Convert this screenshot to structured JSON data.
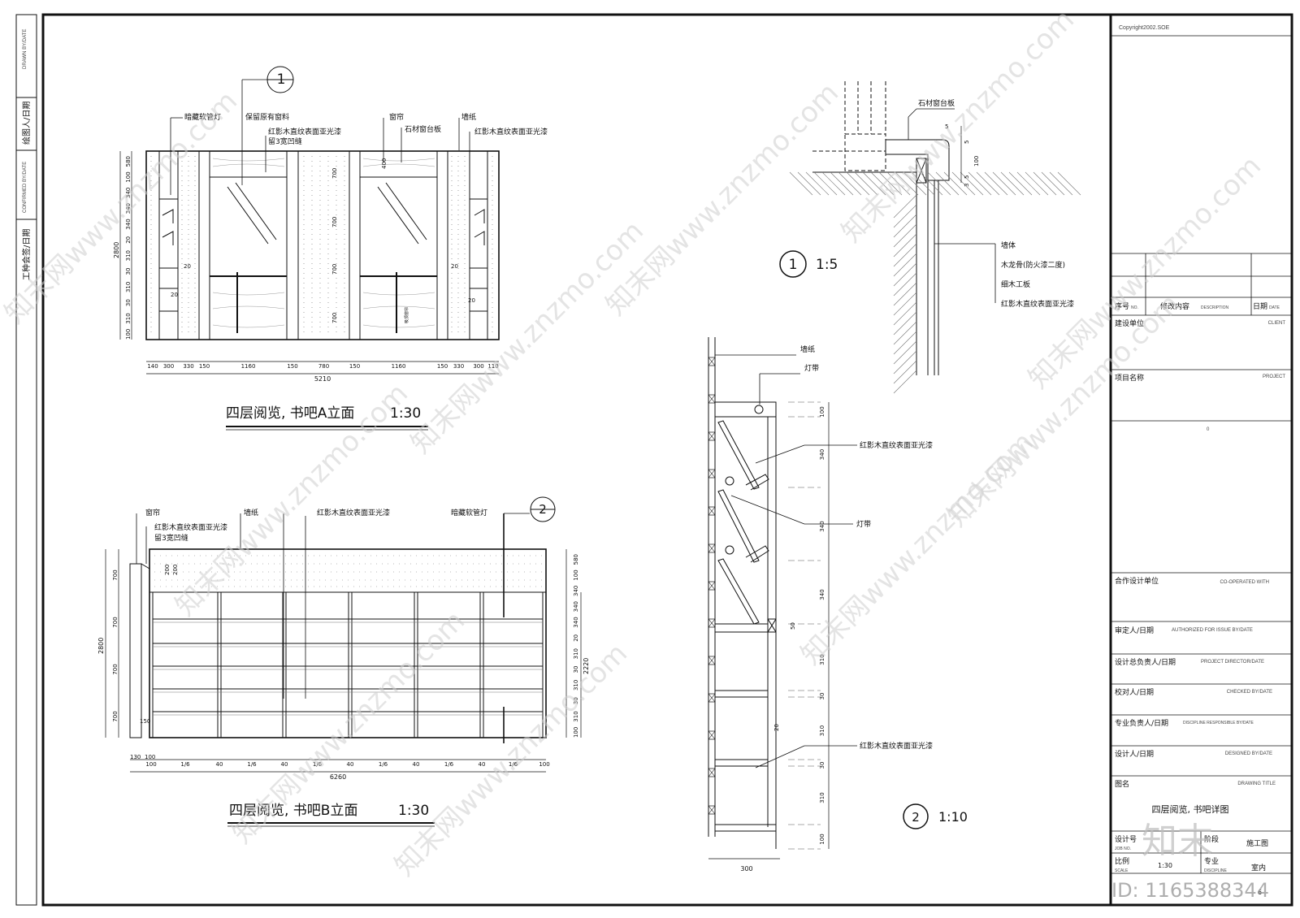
{
  "side_strip": {
    "drawn_by_en": "DRAWN BY/DATE",
    "drawn_by_cn": "绘图人/日期",
    "confirmed_by_en": "CONFIRMED BY/DATE",
    "confirmed_by_cn": "工种会签/日期"
  },
  "elevation_a": {
    "bubble": "1",
    "title": "四层阅览, 书吧A立面",
    "scale": "1:30",
    "labels": [
      "暗藏软管灯",
      "保留原有窗料",
      "红影木直纹表面亚光漆",
      "留3宽凹缝",
      "窗帘",
      "石材窗台板",
      "墙纸",
      "红影木直纹表面亚光漆"
    ],
    "left_dims": [
      "580",
      "100",
      "340",
      "340",
      "340",
      "20",
      "310",
      "30",
      "310",
      "30",
      "310",
      "100"
    ],
    "overall_height": "2800",
    "bottom_dims": [
      "140",
      "300",
      "330",
      "150",
      "1160",
      "150",
      "780",
      "150",
      "1160",
      "150",
      "330",
      "300",
      "110"
    ],
    "overall_width": "5210",
    "inner_labels": [
      "400",
      "700",
      "700",
      "700",
      "700",
      "20",
      "20",
      "20",
      "20"
    ],
    "note": "吸顶窗帘"
  },
  "elevation_b": {
    "bubble": "2",
    "title": "四层阅览, 书吧B立面",
    "scale": "1:30",
    "labels": [
      "窗帘",
      "红影木直纹表面亚光漆",
      "留3宽凹缝",
      "墙纸",
      "红影木直纹表面亚光漆",
      "暗藏软管灯"
    ],
    "left_dims": [
      "700",
      "700",
      "700",
      "700"
    ],
    "overall_height": "2800",
    "right_dims": [
      "580",
      "100",
      "340",
      "340",
      "340",
      "20",
      "310",
      "30",
      "310",
      "30",
      "310",
      "100"
    ],
    "right_total": "2220",
    "bottom_dims": [
      "100",
      "1/6",
      "40",
      "1/6",
      "40",
      "1/6",
      "40",
      "1/6",
      "40",
      "1/6",
      "40",
      "1/6",
      "100"
    ],
    "bottom_dims_left": [
      "130",
      "100"
    ],
    "overall_width": "6260",
    "inner_labels": [
      "200",
      "200",
      "150"
    ]
  },
  "detail_1": {
    "number": "1",
    "scale": "1:5",
    "top_label": "石材窗台板",
    "dims": [
      "5",
      "5",
      "100",
      "5",
      "3"
    ],
    "labels": [
      "墙体",
      "木龙骨(防火漆二度)",
      "细木工板",
      "红影木直纹表面亚光漆"
    ]
  },
  "detail_2": {
    "number": "2",
    "scale": "1:10",
    "labels": [
      "墙纸",
      "灯带",
      "红影木直纹表面亚光漆",
      "灯带",
      "红影木直纹表面亚光漆"
    ],
    "right_dims": [
      "100",
      "340",
      "340",
      "340",
      "310",
      "30",
      "310",
      "30",
      "310",
      "100"
    ],
    "inner_dims": [
      "50",
      "20"
    ],
    "bottom_dim": "300"
  },
  "title_block": {
    "copyright": "Copyright2002.SOE",
    "rev_no_cn": "序号",
    "rev_no_en": "NO.",
    "rev_desc_cn": "修改内容",
    "rev_desc_en": "DESCRIPTION",
    "rev_date_cn": "日期",
    "rev_date_en": "DATE",
    "client_cn": "建设单位",
    "client_en": "CLIENT",
    "project_cn": "项目名称",
    "project_en": "PROJECT",
    "project_mark": "0",
    "coop_cn": "合作设计单位",
    "coop_en": "CO-OPERATED WITH",
    "auth_cn": "审定人/日期",
    "auth_en": "AUTHORIZED FOR ISSUE BY/DATE",
    "director_cn": "设计总负责人/日期",
    "director_en": "PROJECT DIRECTOR/DATE",
    "checked_cn": "校对人/日期",
    "checked_en": "CHECKED BY/DATE",
    "discipline_cn": "专业负责人/日期",
    "discipline_en": "DISCIPLINE RESPONSIBLE BY/DATE",
    "designed_cn": "设计人/日期",
    "designed_en": "DESIGNED BY/DATE",
    "drawing_title_cn": "图名",
    "drawing_title_en": "DRAWING TITLE",
    "drawing_title": "四层阅览, 书吧详图",
    "job_no_cn": "设计号",
    "job_no_en": "JOB NO.",
    "stage_cn": "阶段",
    "stage_value": "施工图",
    "scale_cn": "比例",
    "scale_en": "SCALE",
    "scale_value": "1:30",
    "discipline2_cn": "专业",
    "discipline2_en": "DISCIPLINE",
    "discipline_value": "室内",
    "sheet_no": "6"
  },
  "watermark": {
    "text": "知末网www.znzmo.com",
    "logo": "知末",
    "id": "ID: 1165388344"
  }
}
